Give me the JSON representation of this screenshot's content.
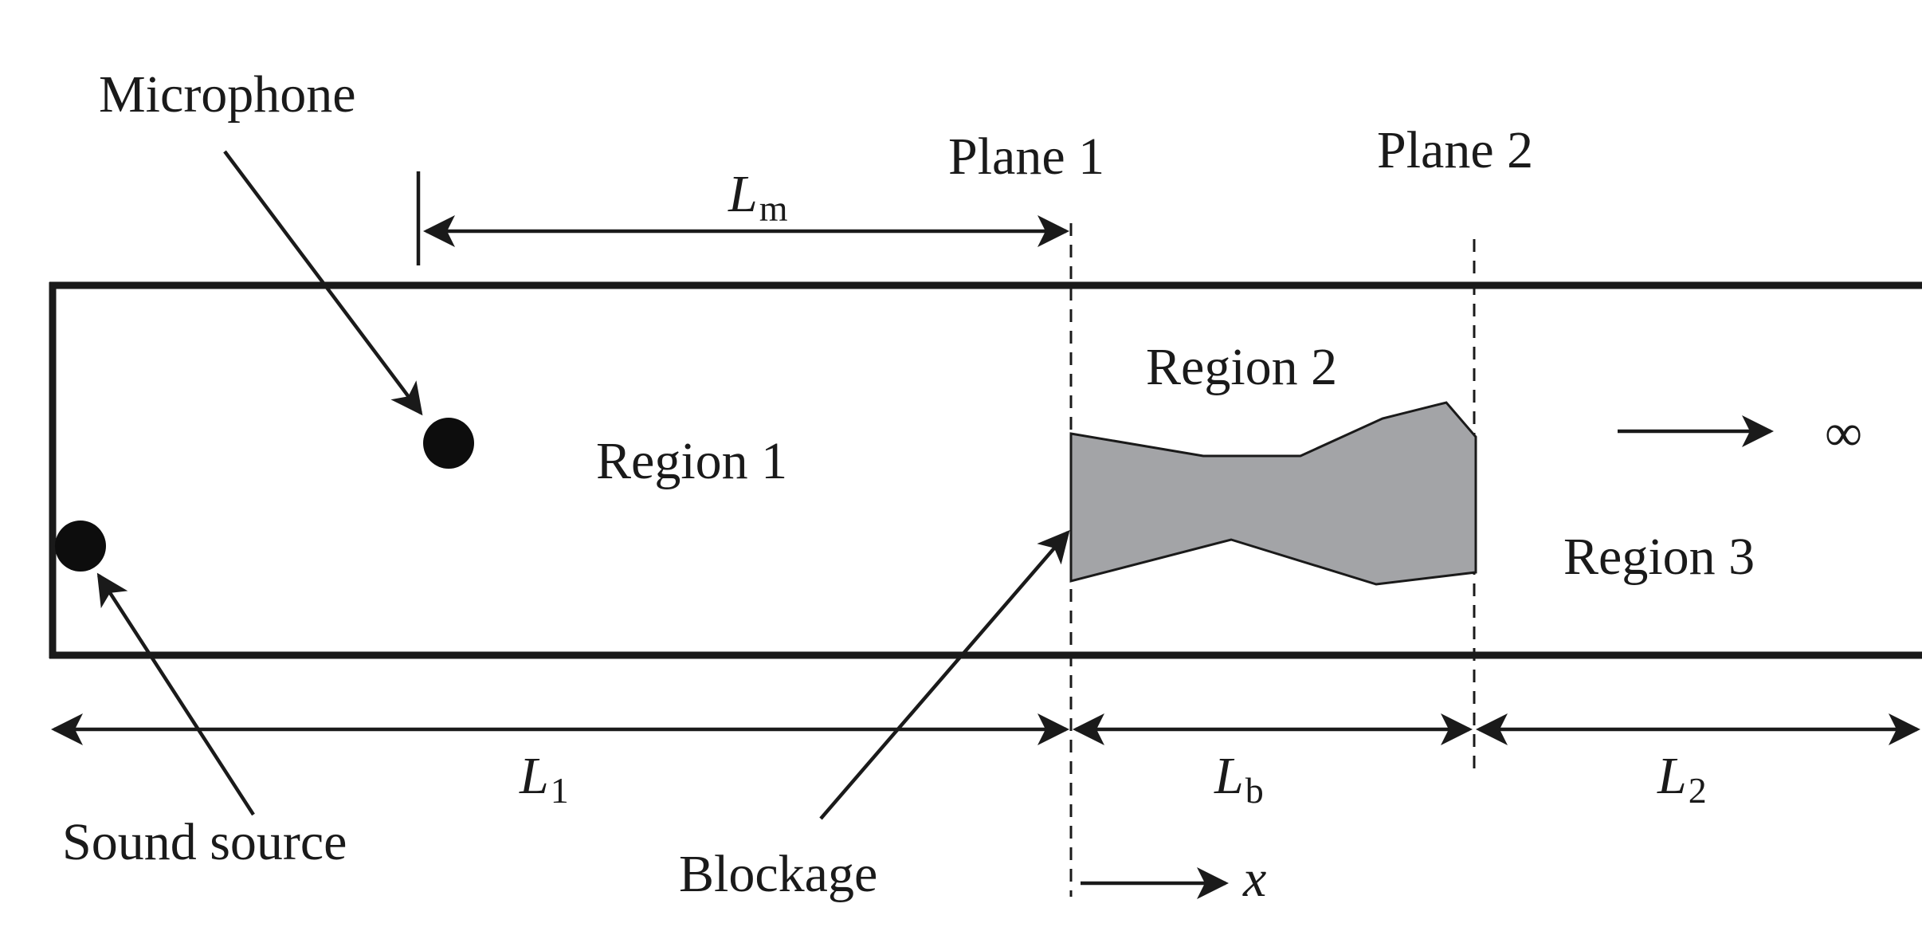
{
  "labels": {
    "microphone": "Microphone",
    "plane1": "Plane 1",
    "plane2": "Plane 2",
    "lm": "L",
    "lm_sub": "m",
    "region1": "Region 1",
    "region2": "Region 2",
    "region3": "Region 3",
    "infinity": "∞",
    "l1": "L",
    "l1_sub": "1",
    "lb": "L",
    "lb_sub": "b",
    "l2": "L",
    "l2_sub": "2",
    "sound_source": "Sound source",
    "blockage": "Blockage",
    "x_axis": "x"
  }
}
